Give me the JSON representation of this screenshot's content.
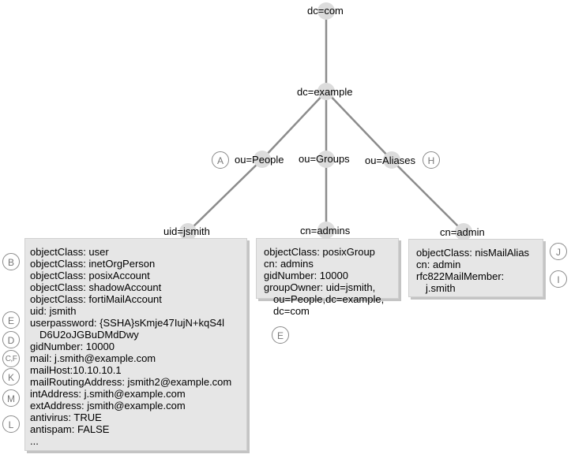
{
  "tree": {
    "nodes": {
      "root": "dc=com",
      "domain": "dc=example",
      "people": "ou=People",
      "groups": "ou=Groups",
      "aliases": "ou=Aliases",
      "user": "uid=jsmith",
      "group": "cn=admins",
      "alias": "cn=admin"
    }
  },
  "user_entry": [
    "objectClass: user",
    "objectClass: inetOrgPerson",
    "objectClass: posixAccount",
    "objectClass: shadowAccount",
    "objectClass: fortiMailAccount",
    "uid: jsmith",
    "userpassword: {SSHA}sKmje47IujN+kqS4l",
    "D6U2oJGBuDMdDwy",
    "gidNumber: 10000",
    "mail: j.smith@example.com",
    "mailHost:10.10.10.1",
    "mailRoutingAddress: jsmith2@example.com",
    "intAddress: j.smith@example.com",
    "extAddress: jsmith@example.com",
    "antivirus: TRUE",
    "antispam: FALSE",
    "..."
  ],
  "group_entry": [
    "objectClass: posixGroup",
    "cn: admins",
    "gidNumber: 10000",
    "groupOwner: uid=jsmith,",
    "ou=People,dc=example,",
    "dc=com"
  ],
  "alias_entry": [
    "objectClass: nisMailAlias",
    "cn: admin",
    "rfc822MailMember:",
    "j.smith"
  ],
  "callouts": {
    "A": "A",
    "B": "B",
    "E": "E",
    "D": "D",
    "CF": "C,F",
    "K": "K",
    "M": "M",
    "L": "L",
    "E2": "E",
    "H": "H",
    "J": "J",
    "I": "I"
  }
}
